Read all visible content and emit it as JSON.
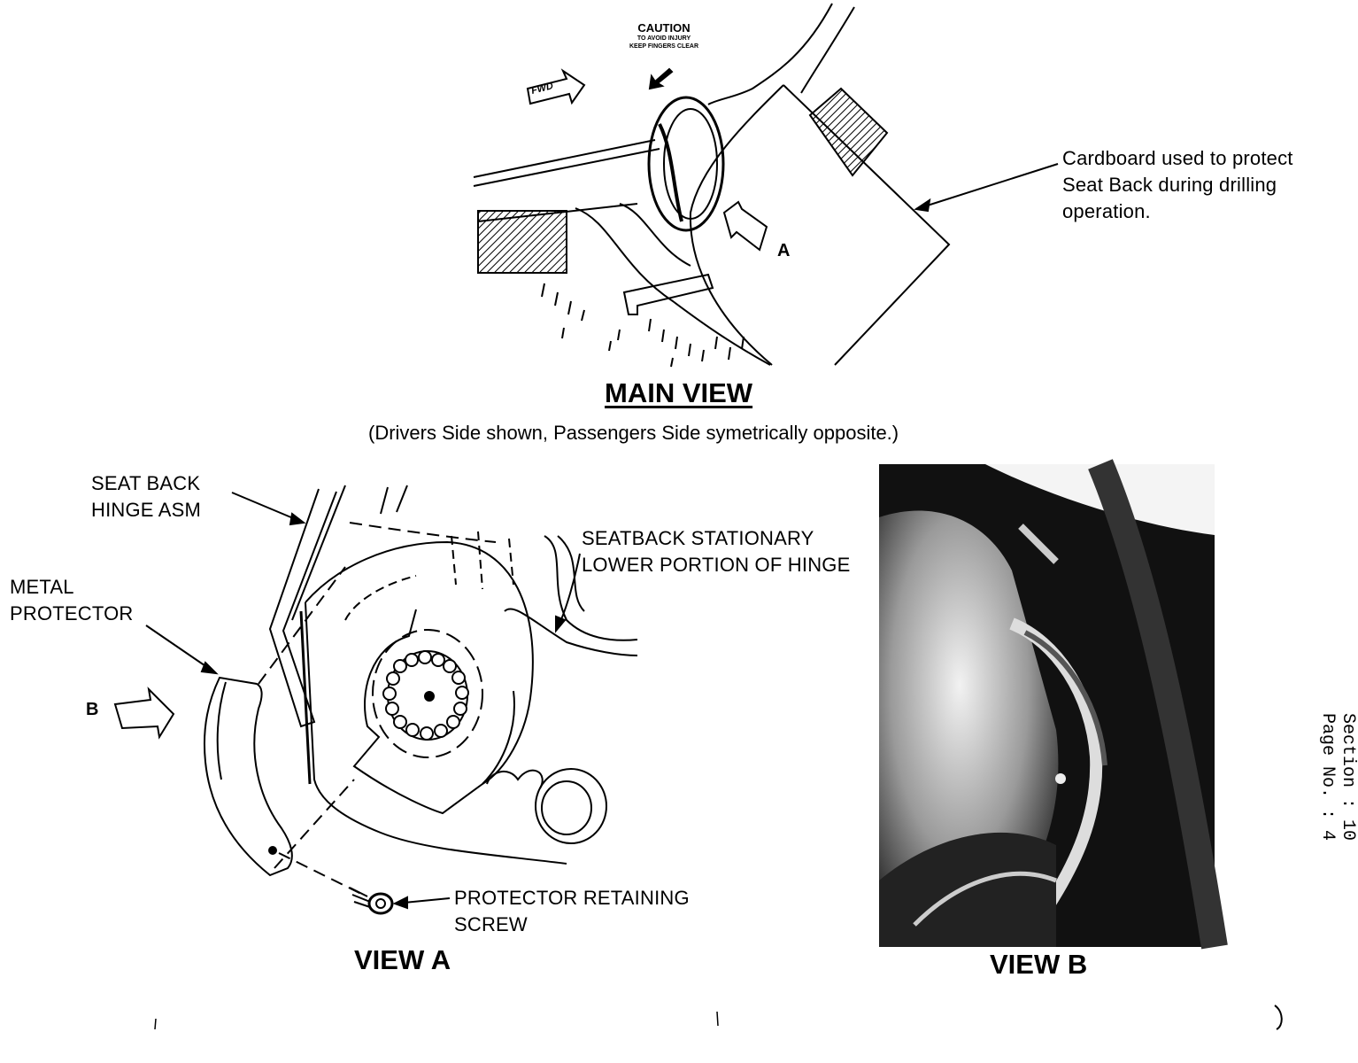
{
  "caution": {
    "heading": "CAUTION",
    "text": "TO AVOID INJURY\nKEEP FINGERS CLEAR"
  },
  "arrows": {
    "fwd": "FWD",
    "a": "A",
    "b": "B"
  },
  "callouts": {
    "cardboard": "Cardboard used to protect\nSeat Back during drilling\noperation.",
    "seat_back_hinge": "SEAT BACK\nHINGE ASM",
    "metal_protector": "METAL\nPROTECTOR",
    "stationary": "SEATBACK STATIONARY\nLOWER PORTION OF HINGE",
    "screw": "PROTECTOR RETAINING\nSCREW"
  },
  "titles": {
    "main_view": "MAIN VIEW",
    "main_subtitle": "(Drivers Side shown, Passengers Side symetrically opposite.)",
    "view_a": "VIEW A",
    "view_b": "VIEW B"
  },
  "side_text": "Section : 10\nPage No. : 4"
}
